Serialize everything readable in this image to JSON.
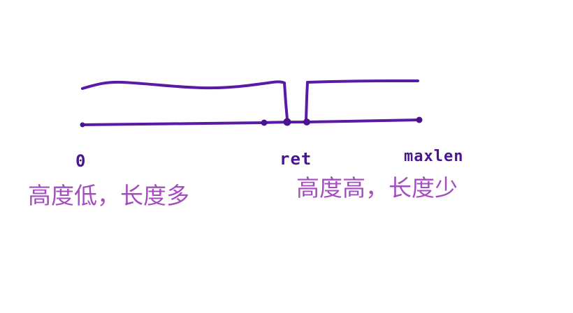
{
  "labels": {
    "zero": "0",
    "ret": "ret",
    "maxlen": "maxlen"
  },
  "captions": {
    "left": "高度低，长度多",
    "right": "高度高，长度少"
  },
  "colors": {
    "ink": "#5a1aa6",
    "caption": "#a54dbe"
  }
}
